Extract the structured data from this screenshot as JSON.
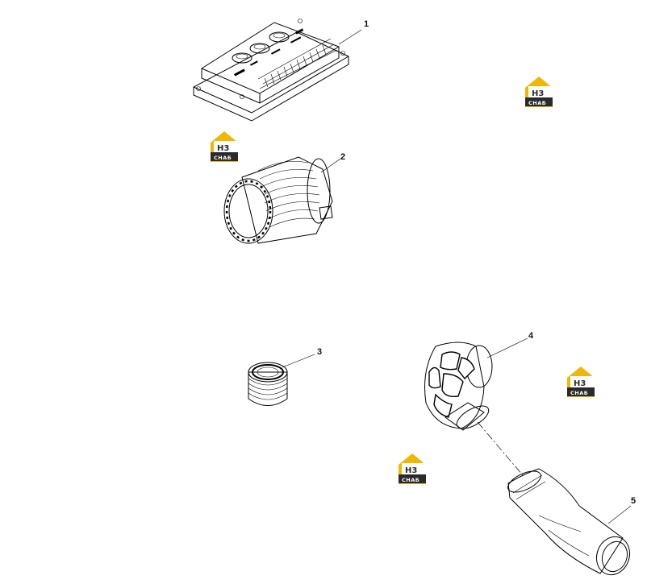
{
  "callouts": {
    "c1": "1",
    "c2": "2",
    "c3": "3",
    "c4": "4",
    "c5": "5"
  },
  "watermark": {
    "top_text": "Н3",
    "bottom_text": "СНАБ",
    "color_gold": "#f2b705",
    "color_dark": "#2a2a2a"
  },
  "parts": [
    {
      "id": 1,
      "icon": "control-module-icon"
    },
    {
      "id": 2,
      "icon": "air-filter-icon"
    },
    {
      "id": 3,
      "icon": "filter-element-icon"
    },
    {
      "id": 4,
      "icon": "air-intake-elbow-icon"
    },
    {
      "id": 5,
      "icon": "intake-pipe-icon"
    }
  ]
}
